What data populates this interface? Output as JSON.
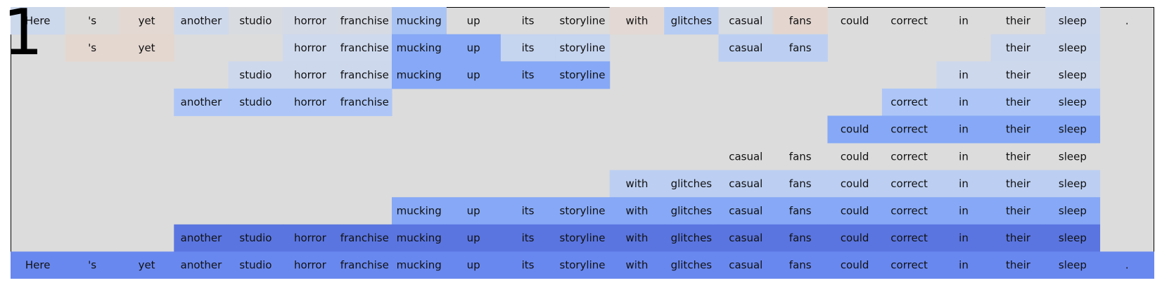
{
  "figure": {
    "label": "1",
    "tokens": [
      "Here",
      "'s",
      "yet",
      "another",
      "studio",
      "horror",
      "franchise",
      "mucking",
      "up",
      "its",
      "storyline",
      "with",
      "glitches",
      "casual",
      "fans",
      "could",
      "correct",
      "in",
      "their",
      "sleep",
      "."
    ],
    "background_color": "#dcdcdc",
    "rows": [
      {
        "cells": [
          [
            "#ccd8ec",
            "Here"
          ],
          [
            "#dddbd9",
            "'s"
          ],
          [
            "#e3d8d2",
            "yet"
          ],
          [
            "#cfd9ec",
            "another"
          ],
          [
            "#d8dbe0",
            "studio"
          ],
          [
            "#d4dae6",
            "horror"
          ],
          [
            "#d6dae3",
            "franchise"
          ],
          [
            "#a9c3f4",
            "mucking"
          ],
          [
            "#dcdcdc",
            "up"
          ],
          [
            "#dcdcdc",
            "its"
          ],
          [
            "#dcdcdc",
            "storyline"
          ],
          [
            "#e3d8d3",
            "with"
          ],
          [
            "#b7ccf2",
            "glitches"
          ],
          [
            "#d7dbe2",
            "casual"
          ],
          [
            "#e4d6cf",
            "fans"
          ],
          [
            "#dcdcdc",
            "could"
          ],
          [
            "#dcdcdc",
            "correct"
          ],
          [
            "#dcdcdc",
            "in"
          ],
          [
            "#dcdcdc",
            "their"
          ],
          [
            "#cdd8ec",
            "sleep"
          ],
          [
            "#dcdcdc",
            "."
          ]
        ]
      },
      {
        "cells": [
          [
            "#dcdcdc",
            ""
          ],
          [
            "#e4d7d0",
            "'s"
          ],
          [
            "#e4d7d0",
            "yet"
          ],
          [
            "#dcdcdc",
            ""
          ],
          [
            "#dcdcdc",
            ""
          ],
          [
            "#ced9ed",
            "horror"
          ],
          [
            "#ced9ed",
            "franchise"
          ],
          [
            "#86a8f6",
            "mucking"
          ],
          [
            "#86a8f6",
            "up"
          ],
          [
            "#c5d4ef",
            "its"
          ],
          [
            "#c5d4ef",
            "storyline"
          ],
          [
            "#dcdcdc",
            ""
          ],
          [
            "#dcdcdc",
            ""
          ],
          [
            "#bccff2",
            "casual"
          ],
          [
            "#bccff2",
            "fans"
          ],
          [
            "#dcdcdc",
            ""
          ],
          [
            "#dcdcdc",
            ""
          ],
          [
            "#dcdcdc",
            ""
          ],
          [
            "#cbd7ec",
            "their"
          ],
          [
            "#cbd7ec",
            "sleep"
          ],
          [
            "#dcdcdc",
            ""
          ]
        ]
      },
      {
        "cells": [
          [
            "#dcdcdc",
            ""
          ],
          [
            "#dcdcdc",
            ""
          ],
          [
            "#dcdcdc",
            ""
          ],
          [
            "#dcdcdc",
            ""
          ],
          [
            "#cdd8ec",
            "studio"
          ],
          [
            "#cdd8ec",
            "horror"
          ],
          [
            "#cdd8ec",
            "franchise"
          ],
          [
            "#86a8f6",
            "mucking"
          ],
          [
            "#86a8f6",
            "up"
          ],
          [
            "#86a8f6",
            "its"
          ],
          [
            "#86a8f6",
            "storyline"
          ],
          [
            "#dcdcdc",
            ""
          ],
          [
            "#dcdcdc",
            ""
          ],
          [
            "#dcdcdc",
            ""
          ],
          [
            "#dcdcdc",
            ""
          ],
          [
            "#dcdcdc",
            ""
          ],
          [
            "#dcdcdc",
            ""
          ],
          [
            "#cdd8ec",
            "in"
          ],
          [
            "#cdd8ec",
            "their"
          ],
          [
            "#cdd8ec",
            "sleep"
          ],
          [
            "#dcdcdc",
            ""
          ]
        ]
      },
      {
        "cells": [
          [
            "#dcdcdc",
            ""
          ],
          [
            "#dcdcdc",
            ""
          ],
          [
            "#dcdcdc",
            ""
          ],
          [
            "#adc6f7",
            "another"
          ],
          [
            "#adc6f7",
            "studio"
          ],
          [
            "#adc6f7",
            "horror"
          ],
          [
            "#adc6f7",
            "franchise"
          ],
          [
            "#dcdcdc",
            ""
          ],
          [
            "#dcdcdc",
            ""
          ],
          [
            "#dcdcdc",
            ""
          ],
          [
            "#dcdcdc",
            ""
          ],
          [
            "#dcdcdc",
            ""
          ],
          [
            "#dcdcdc",
            ""
          ],
          [
            "#dcdcdc",
            ""
          ],
          [
            "#dcdcdc",
            ""
          ],
          [
            "#dcdcdc",
            ""
          ],
          [
            "#adc6f7",
            "correct"
          ],
          [
            "#adc6f7",
            "in"
          ],
          [
            "#adc6f7",
            "their"
          ],
          [
            "#adc6f7",
            "sleep"
          ],
          [
            "#dcdcdc",
            ""
          ]
        ]
      },
      {
        "cells": [
          [
            "#dcdcdc",
            ""
          ],
          [
            "#dcdcdc",
            ""
          ],
          [
            "#dcdcdc",
            ""
          ],
          [
            "#dcdcdc",
            ""
          ],
          [
            "#dcdcdc",
            ""
          ],
          [
            "#dcdcdc",
            ""
          ],
          [
            "#dcdcdc",
            ""
          ],
          [
            "#dcdcdc",
            ""
          ],
          [
            "#dcdcdc",
            ""
          ],
          [
            "#dcdcdc",
            ""
          ],
          [
            "#dcdcdc",
            ""
          ],
          [
            "#dcdcdc",
            ""
          ],
          [
            "#dcdcdc",
            ""
          ],
          [
            "#dcdcdc",
            ""
          ],
          [
            "#dcdcdc",
            ""
          ],
          [
            "#86a8f6",
            "could"
          ],
          [
            "#86a8f6",
            "correct"
          ],
          [
            "#86a8f6",
            "in"
          ],
          [
            "#86a8f6",
            "their"
          ],
          [
            "#86a8f6",
            "sleep"
          ],
          [
            "#dcdcdc",
            ""
          ]
        ]
      },
      {
        "cells": [
          [
            "#dcdcdc",
            ""
          ],
          [
            "#dcdcdc",
            ""
          ],
          [
            "#dcdcdc",
            ""
          ],
          [
            "#dcdcdc",
            ""
          ],
          [
            "#dcdcdc",
            ""
          ],
          [
            "#dcdcdc",
            ""
          ],
          [
            "#dcdcdc",
            ""
          ],
          [
            "#dcdcdc",
            ""
          ],
          [
            "#dcdcdc",
            ""
          ],
          [
            "#dcdcdc",
            ""
          ],
          [
            "#dcdcdc",
            ""
          ],
          [
            "#dcdcdc",
            ""
          ],
          [
            "#dcdcdc",
            ""
          ],
          [
            "#dcdcdc",
            "casual"
          ],
          [
            "#dcdcdc",
            "fans"
          ],
          [
            "#dcdcdc",
            "could"
          ],
          [
            "#dcdcdc",
            "correct"
          ],
          [
            "#dcdcdc",
            "in"
          ],
          [
            "#dcdcdc",
            "their"
          ],
          [
            "#dcdcdc",
            "sleep"
          ],
          [
            "#dcdcdc",
            ""
          ]
        ]
      },
      {
        "cells": [
          [
            "#dcdcdc",
            ""
          ],
          [
            "#dcdcdc",
            ""
          ],
          [
            "#dcdcdc",
            ""
          ],
          [
            "#dcdcdc",
            ""
          ],
          [
            "#dcdcdc",
            ""
          ],
          [
            "#dcdcdc",
            ""
          ],
          [
            "#dcdcdc",
            ""
          ],
          [
            "#dcdcdc",
            ""
          ],
          [
            "#dcdcdc",
            ""
          ],
          [
            "#dcdcdc",
            ""
          ],
          [
            "#dcdcdc",
            ""
          ],
          [
            "#bccff2",
            "with"
          ],
          [
            "#bccff2",
            "glitches"
          ],
          [
            "#bccff2",
            "casual"
          ],
          [
            "#bccff2",
            "fans"
          ],
          [
            "#bccff2",
            "could"
          ],
          [
            "#bccff2",
            "correct"
          ],
          [
            "#bccff2",
            "in"
          ],
          [
            "#bccff2",
            "their"
          ],
          [
            "#bccff2",
            "sleep"
          ],
          [
            "#dcdcdc",
            ""
          ]
        ]
      },
      {
        "cells": [
          [
            "#dcdcdc",
            ""
          ],
          [
            "#dcdcdc",
            ""
          ],
          [
            "#dcdcdc",
            ""
          ],
          [
            "#dcdcdc",
            ""
          ],
          [
            "#dcdcdc",
            ""
          ],
          [
            "#dcdcdc",
            ""
          ],
          [
            "#dcdcdc",
            ""
          ],
          [
            "#86a8f6",
            "mucking"
          ],
          [
            "#86a8f6",
            "up"
          ],
          [
            "#86a8f6",
            "its"
          ],
          [
            "#86a8f6",
            "storyline"
          ],
          [
            "#86a8f6",
            "with"
          ],
          [
            "#86a8f6",
            "glitches"
          ],
          [
            "#86a8f6",
            "casual"
          ],
          [
            "#86a8f6",
            "fans"
          ],
          [
            "#86a8f6",
            "could"
          ],
          [
            "#86a8f6",
            "correct"
          ],
          [
            "#86a8f6",
            "in"
          ],
          [
            "#86a8f6",
            "their"
          ],
          [
            "#86a8f6",
            "sleep"
          ],
          [
            "#dcdcdc",
            ""
          ]
        ]
      },
      {
        "cells": [
          [
            "#dcdcdc",
            ""
          ],
          [
            "#dcdcdc",
            ""
          ],
          [
            "#dcdcdc",
            ""
          ],
          [
            "#5a75e0",
            "another"
          ],
          [
            "#5a75e0",
            "studio"
          ],
          [
            "#5a75e0",
            "horror"
          ],
          [
            "#5a75e0",
            "franchise"
          ],
          [
            "#5a75e0",
            "mucking"
          ],
          [
            "#5a75e0",
            "up"
          ],
          [
            "#5a75e0",
            "its"
          ],
          [
            "#5a75e0",
            "storyline"
          ],
          [
            "#5a75e0",
            "with"
          ],
          [
            "#5a75e0",
            "glitches"
          ],
          [
            "#5a75e0",
            "casual"
          ],
          [
            "#5a75e0",
            "fans"
          ],
          [
            "#5a75e0",
            "could"
          ],
          [
            "#5a75e0",
            "correct"
          ],
          [
            "#5a75e0",
            "in"
          ],
          [
            "#5a75e0",
            "their"
          ],
          [
            "#5a75e0",
            "sleep"
          ],
          [
            "#dcdcdc",
            ""
          ]
        ]
      },
      {
        "cells": [
          [
            "#6988ef",
            "Here"
          ],
          [
            "#6988ef",
            "'s"
          ],
          [
            "#6988ef",
            "yet"
          ],
          [
            "#6988ef",
            "another"
          ],
          [
            "#6988ef",
            "studio"
          ],
          [
            "#6988ef",
            "horror"
          ],
          [
            "#6988ef",
            "franchise"
          ],
          [
            "#6988ef",
            "mucking"
          ],
          [
            "#6988ef",
            "up"
          ],
          [
            "#6988ef",
            "its"
          ],
          [
            "#6988ef",
            "storyline"
          ],
          [
            "#6988ef",
            "with"
          ],
          [
            "#6988ef",
            "glitches"
          ],
          [
            "#6988ef",
            "casual"
          ],
          [
            "#6988ef",
            "fans"
          ],
          [
            "#6988ef",
            "could"
          ],
          [
            "#6988ef",
            "correct"
          ],
          [
            "#6988ef",
            "in"
          ],
          [
            "#6988ef",
            "their"
          ],
          [
            "#6988ef",
            "sleep"
          ],
          [
            "#6988ef",
            "."
          ]
        ]
      }
    ]
  }
}
